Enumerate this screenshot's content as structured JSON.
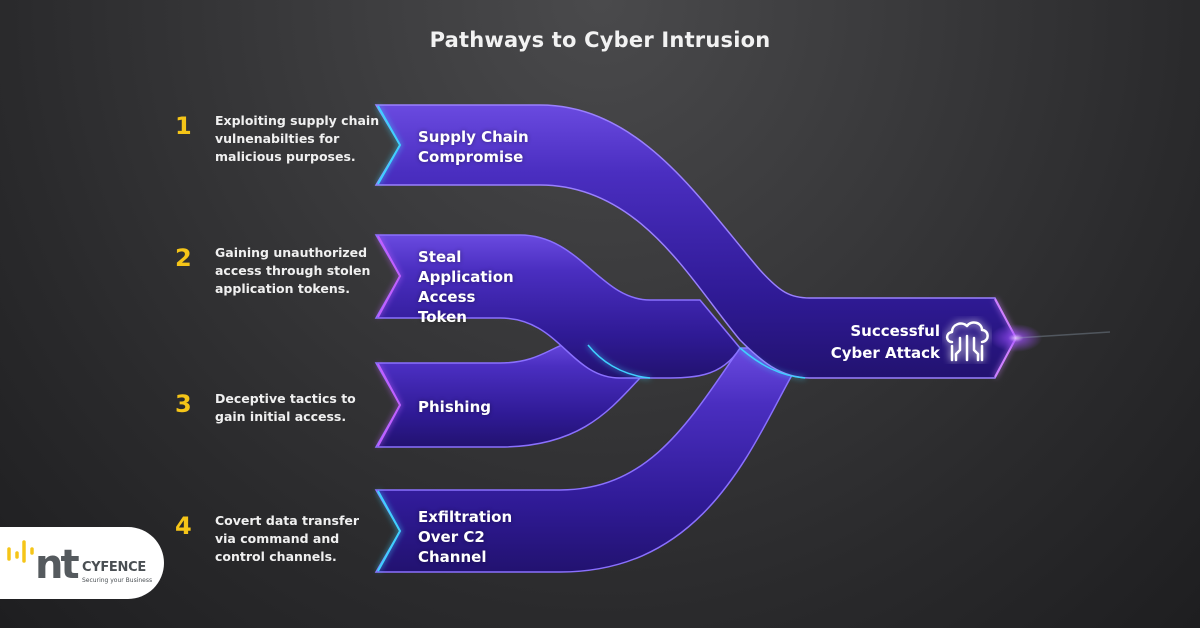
{
  "title": "Pathways to Cyber Intrusion",
  "steps": [
    {
      "number": "1",
      "description": "Exploiting supply chain vulnenabilties for malicious purposes.",
      "label": "Supply Chain Compromise"
    },
    {
      "number": "2",
      "description": "Gaining unauthorized access through stolen application tokens.",
      "label": "Steal Application Access Token"
    },
    {
      "number": "3",
      "description": "Deceptive tactics to gain initial access.",
      "label": "Phishing"
    },
    {
      "number": "4",
      "description": "Covert data transfer via command and control channels.",
      "label": "Exfiltration Over C2 Channel"
    }
  ],
  "outcome": {
    "label": "Successful Cyber Attack",
    "icon": "cloud-attack-icon"
  },
  "logo": {
    "mark": "nt",
    "brand": "CYFENCE",
    "tagline": "Securing your Business"
  },
  "colors": {
    "band": "#3b1fa8",
    "band_highlight": "#6a4ae0",
    "glow_cyan": "#3fd0ff",
    "glow_magenta": "#c060ff",
    "number": "#f5c518",
    "background": "#2e2e30"
  }
}
